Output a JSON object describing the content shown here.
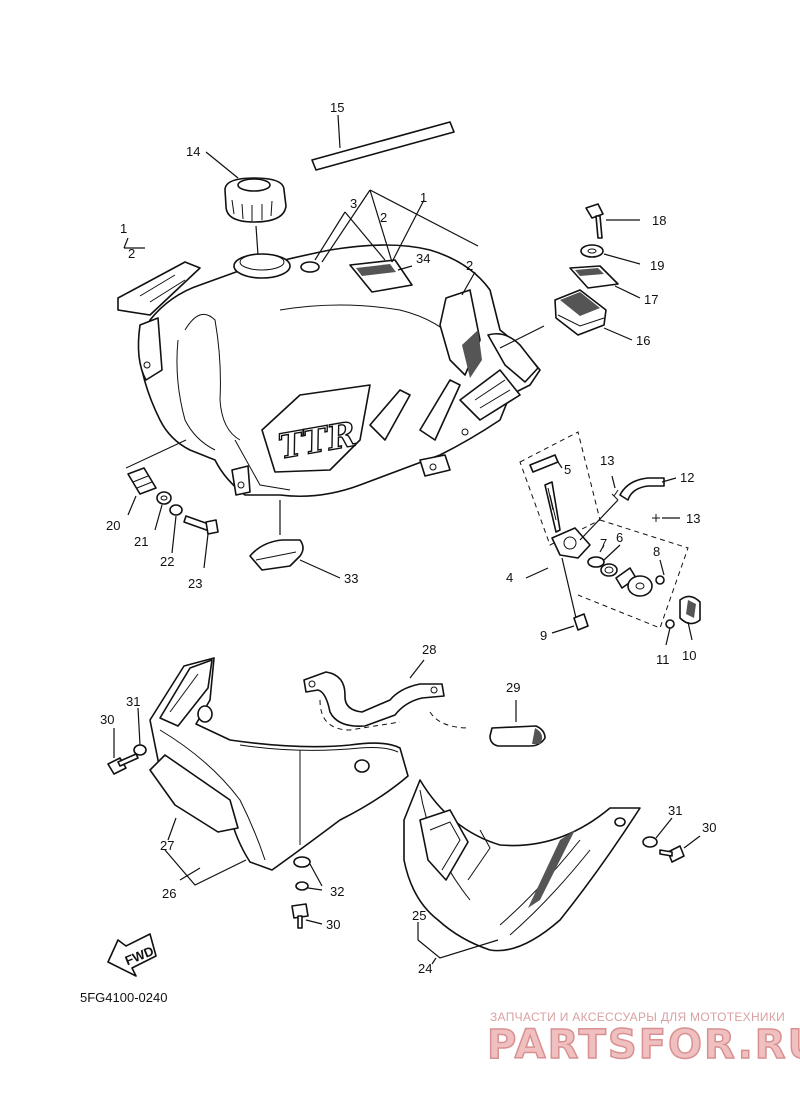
{
  "diagram": {
    "callouts": [
      "15",
      "14",
      "1",
      "3",
      "2",
      "34",
      "2",
      "1",
      "2",
      "18",
      "19",
      "17",
      "16",
      "5",
      "13",
      "12",
      "13",
      "7",
      "6",
      "8",
      "4",
      "9",
      "11",
      "10",
      "20",
      "21",
      "22",
      "23",
      "33",
      "28",
      "29",
      "31",
      "30",
      "27",
      "26",
      "32",
      "30",
      "31",
      "30",
      "25",
      "24"
    ],
    "tank_logo": "TTR",
    "fwd_badge": "FWD"
  },
  "footer": {
    "part_code": "5FG4100-0240",
    "watermark_caption": "ЗАПЧАСТИ И АКСЕССУАРЫ ДЛЯ МОТОТЕХНИКИ",
    "watermark_brand": "PARTSFOR.RU"
  }
}
